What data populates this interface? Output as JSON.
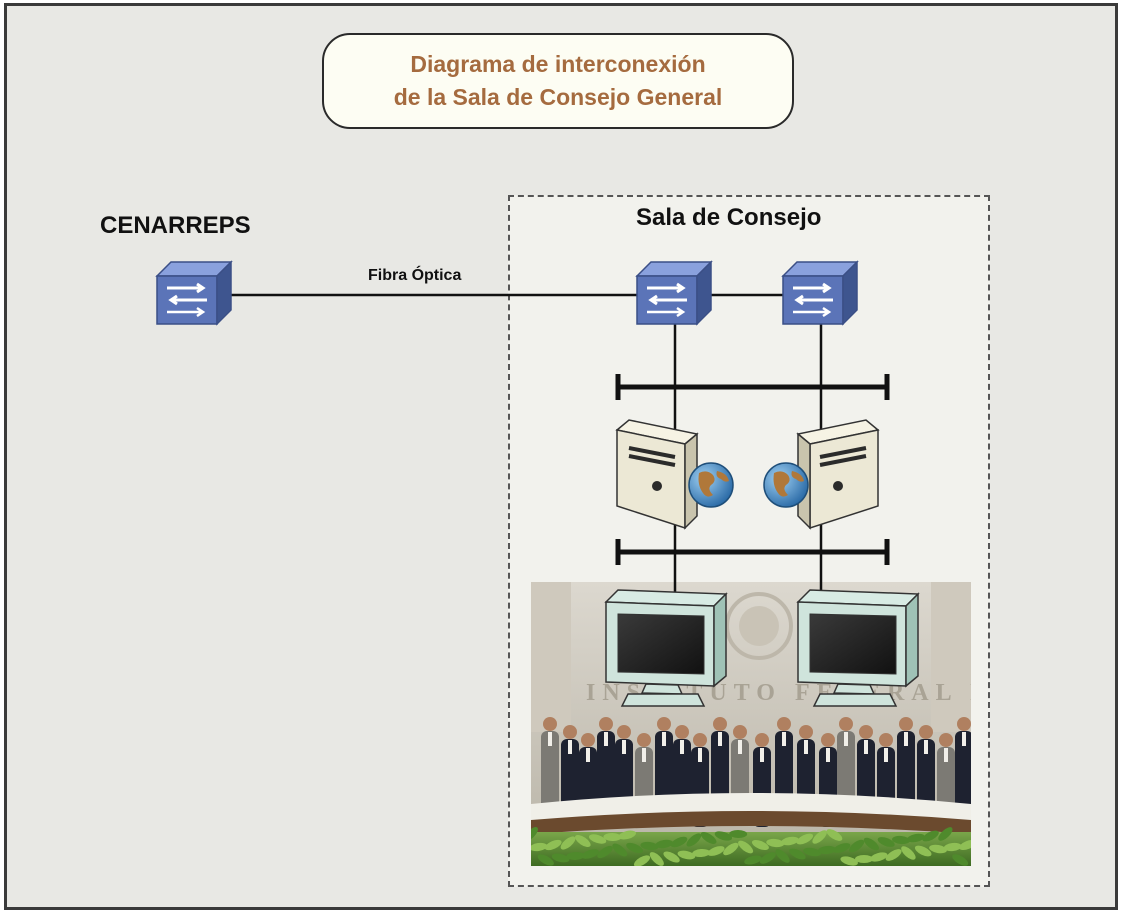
{
  "title": {
    "line1": "Diagrama de interconexión",
    "line2": "de la Sala de Consejo General"
  },
  "nodes": {
    "cenarreps": "CENARREPS",
    "sala": "Sala de Consejo"
  },
  "links": {
    "fibra": "Fibra Óptica"
  },
  "photo_text": "INSTITUTO FEDERAL ELECTORAL",
  "colors": {
    "title_text": "#a56b3f",
    "switch_face": "#5b74b8",
    "switch_top": "#8aa1dd",
    "server_body": "#ece8d5",
    "globe": "#4a8fc9"
  },
  "icons": [
    "network-switch-icon",
    "server-icon",
    "globe-icon",
    "monitor-icon"
  ]
}
